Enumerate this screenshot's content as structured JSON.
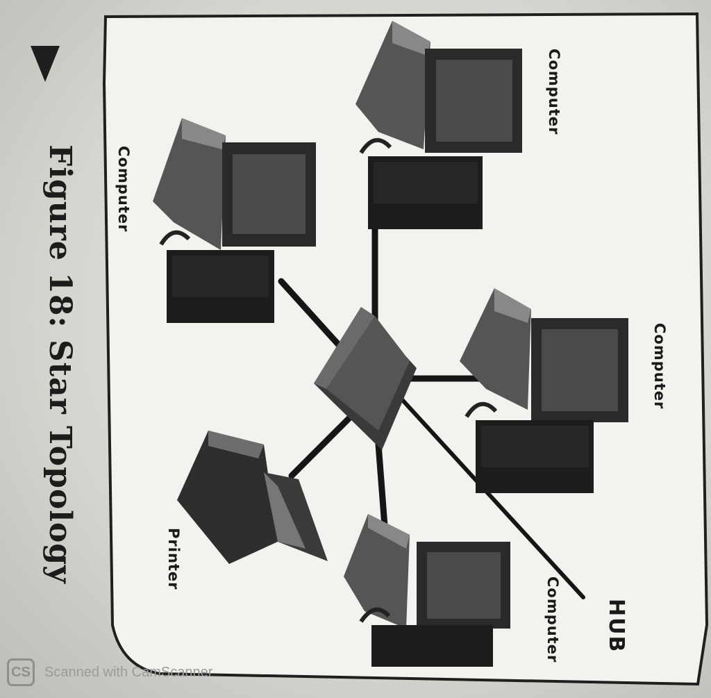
{
  "figure": {
    "caption": "Figure 18: Star Topology",
    "hub_label": "HUB",
    "labels": {
      "computer_top_left": "Computer",
      "computer_top_right": "Computer",
      "computer_right_middle": "Computer",
      "computer_bottom_right": "Computer",
      "printer": "Printer"
    }
  },
  "watermark": {
    "logo_text": "CS",
    "text": "Scanned with CamScanner"
  }
}
